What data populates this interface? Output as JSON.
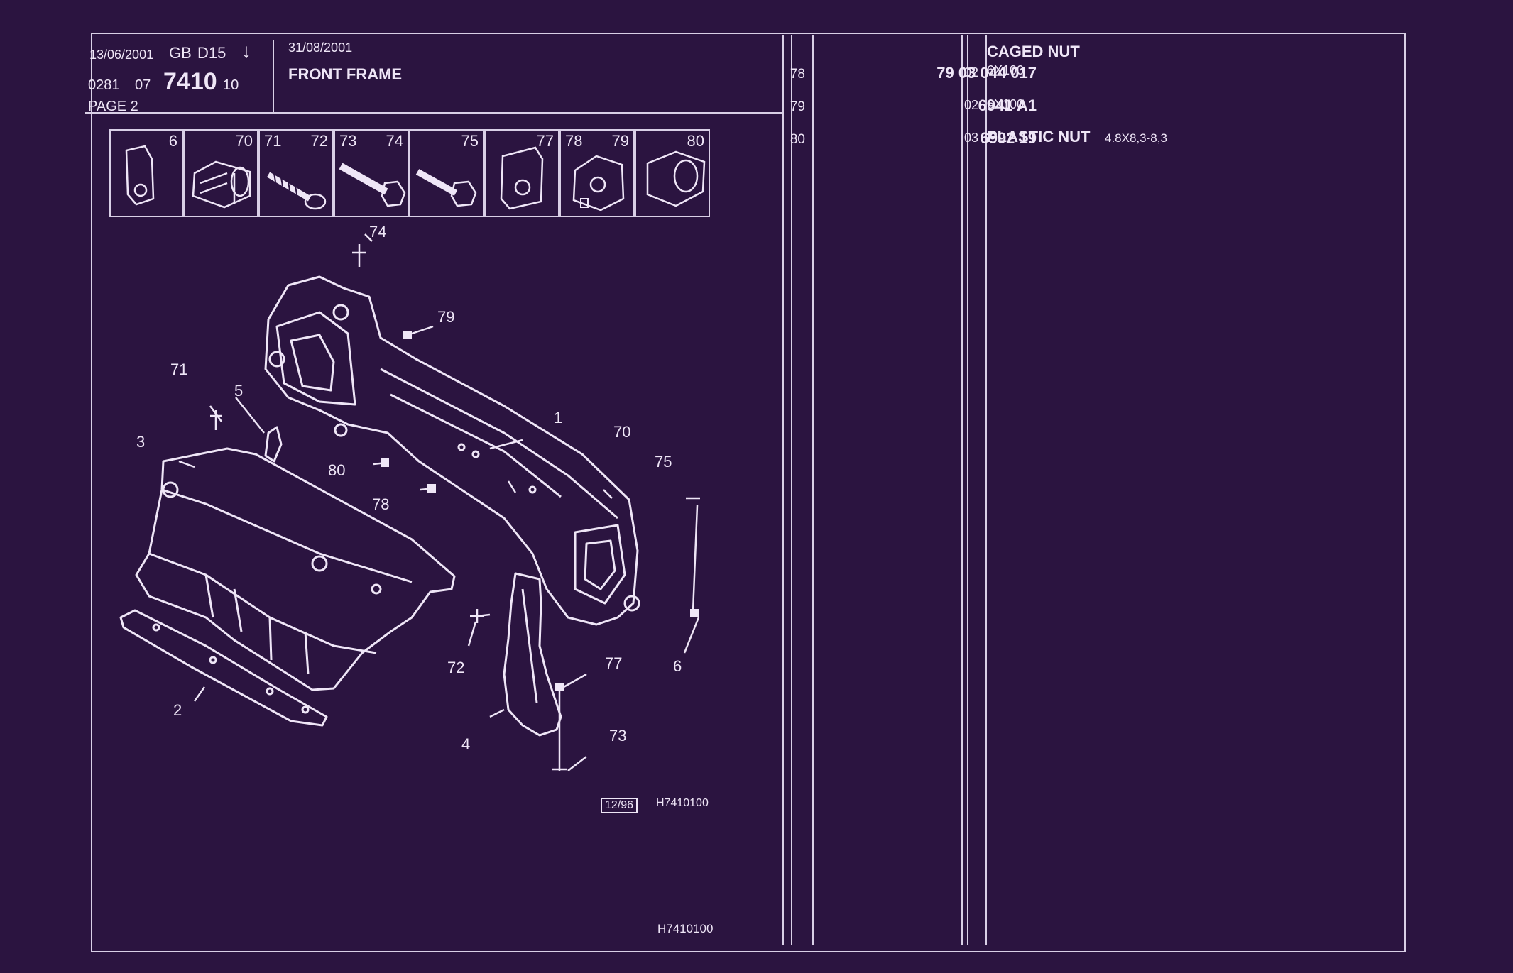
{
  "header": {
    "print_date": "13/06/2001",
    "market": "GB",
    "series": "D15",
    "arrow": "↓",
    "code_prefix": "0281",
    "code_mid": "07",
    "group": "7410",
    "code_suffix": "10",
    "page": "PAGE  2",
    "update_date": "31/08/2001",
    "title": "FRONT FRAME"
  },
  "thumbnails": [
    {
      "labels": [
        "6"
      ]
    },
    {
      "labels": [
        "70"
      ]
    },
    {
      "labels": [
        "71",
        "72"
      ]
    },
    {
      "labels": [
        "73",
        "74"
      ]
    },
    {
      "labels": [
        "75"
      ]
    },
    {
      "labels": [
        "77"
      ]
    },
    {
      "labels": [
        "78",
        "79"
      ]
    },
    {
      "labels": [
        "80"
      ]
    }
  ],
  "parts_list": [
    {
      "ref": "78",
      "part_no": "79 03 044 017",
      "qty": "02",
      "description": "CAGED NUT",
      "spec": "6X100"
    },
    {
      "ref": "79",
      "part_no": "6941 A1",
      "qty": "02",
      "description": "",
      "spec": "6X100"
    },
    {
      "ref": "80",
      "part_no": "6992 19",
      "qty": "03",
      "description": "PLASTIC NUT",
      "spec": "4.8X8,3-8,3"
    }
  ],
  "diagram": {
    "callouts": [
      "74",
      "79",
      "71",
      "5",
      "1",
      "3",
      "70",
      "80",
      "75",
      "78",
      "72",
      "77",
      "6",
      "2",
      "4",
      "73"
    ],
    "stamp_date": "12/96",
    "ref_code": "H7410100"
  },
  "footer_code": "H7410100",
  "colors": {
    "background": "#2b1440",
    "ink": "#efe6f7"
  }
}
